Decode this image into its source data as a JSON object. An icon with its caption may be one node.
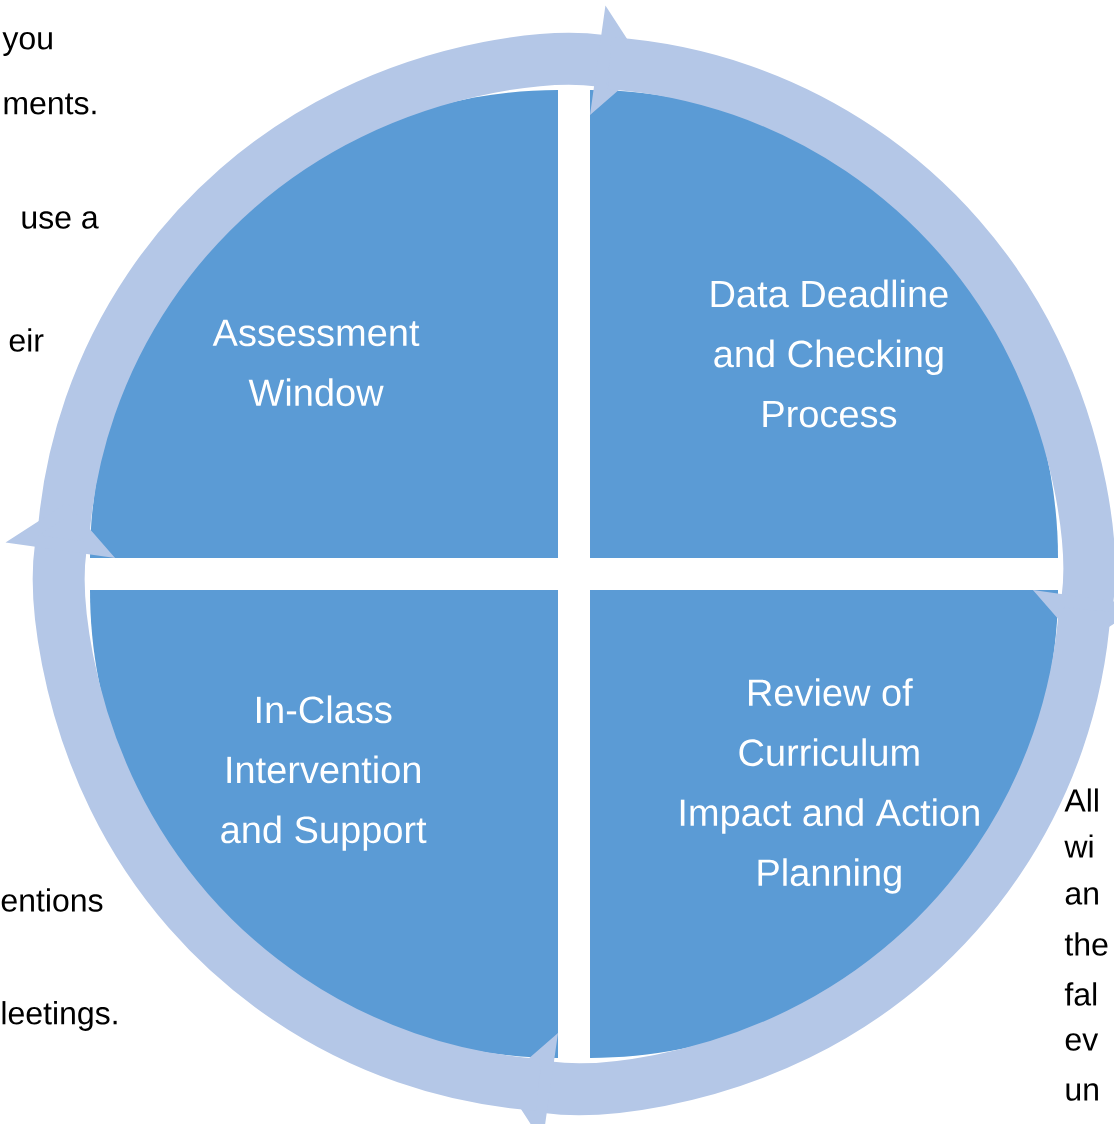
{
  "diagram": {
    "nodes": [
      {
        "text": [
          "Assessment Window"
        ]
      },
      {
        "text": [
          "Data Deadline and Checking Process"
        ]
      },
      {
        "text": [
          "Review of Curriculum Impact and Action Planning"
        ]
      },
      {
        "text": [
          "In-Class Intervention and Support"
        ]
      }
    ],
    "edges": [
      {
        "from": 0,
        "to": 1,
        "arrow": "to"
      },
      {
        "from": 1,
        "to": 2,
        "arrow": "to"
      },
      {
        "from": 2,
        "to": 3,
        "arrow": "to"
      },
      {
        "from": 3,
        "to": 0,
        "arrow": "to"
      }
    ],
    "labels": [
      "you",
      "ments.",
      "use a",
      "eir",
      "entions",
      "leetings.",
      "All",
      "wi",
      "an",
      "the",
      "fal",
      "ev",
      "un"
    ]
  }
}
